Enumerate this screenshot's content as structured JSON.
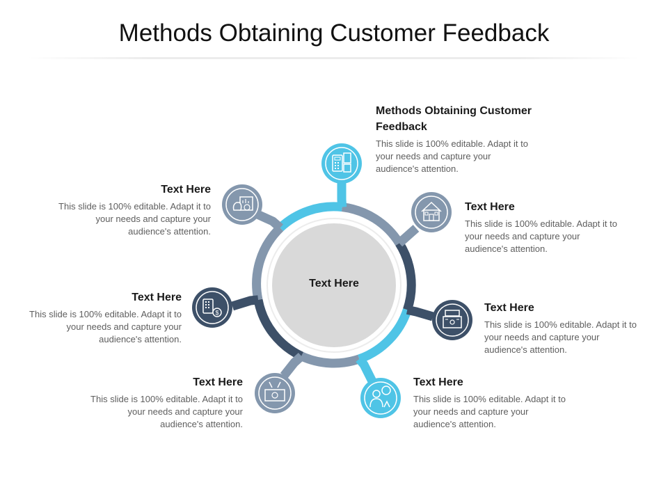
{
  "title": "Methods Obtaining Customer Feedback",
  "center_label": "Text Here",
  "colors": {
    "light_blue": "#4fc4e6",
    "slate": "#8497ad",
    "navy": "#3d5068",
    "hub_fill": "#d9d9d9"
  },
  "items": [
    {
      "heading": "Methods Obtaining Customer Feedback",
      "body": "This slide is 100% editable. Adapt it to your needs and capture your audience's attention.",
      "icon": "calculator-documents-icon"
    },
    {
      "heading": "Text Here",
      "body": "This slide is 100% editable. Adapt it to your needs and capture your audience's attention.",
      "icon": "house-icon"
    },
    {
      "heading": "Text Here",
      "body": "This slide is 100% editable. Adapt it to your needs and capture your audience's attention.",
      "icon": "cash-register-icon"
    },
    {
      "heading": "Text Here",
      "body": "This slide is 100% editable. Adapt it to your needs and capture your audience's attention.",
      "icon": "support-person-icon"
    },
    {
      "heading": "Text Here",
      "body": "This slide is 100% editable. Adapt it to your needs and capture your audience's attention.",
      "icon": "money-tools-icon"
    },
    {
      "heading": "Text Here",
      "body": "This slide is 100% editable. Adapt it to your needs and capture your audience's attention.",
      "icon": "calculator-dollar-icon"
    },
    {
      "heading": "Text Here",
      "body": "This slide is 100% editable. Adapt it to your needs and capture your audience's attention.",
      "icon": "money-bag-chart-icon"
    }
  ]
}
